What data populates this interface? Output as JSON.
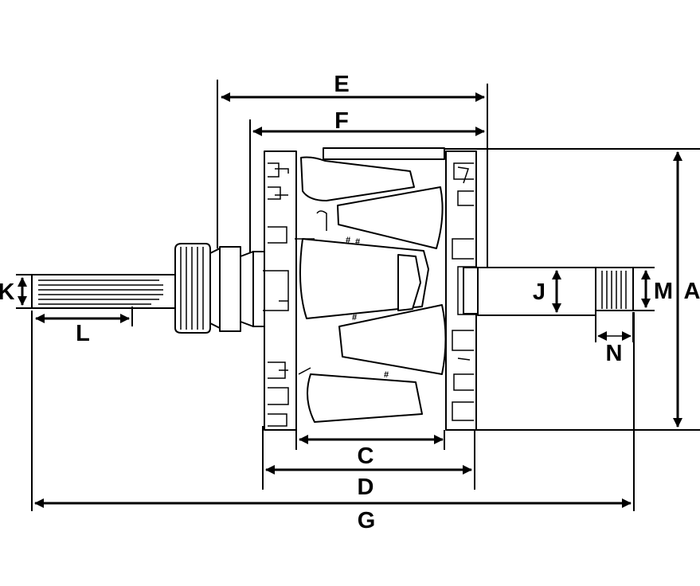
{
  "dimension_labels": {
    "A": "A",
    "C": "C",
    "D": "D",
    "E": "E",
    "F": "F",
    "G": "G",
    "J": "J",
    "K": "K",
    "L": "L",
    "M": "M",
    "N": "N"
  },
  "pole_marks": [
    "#",
    "#",
    "#",
    "#"
  ]
}
